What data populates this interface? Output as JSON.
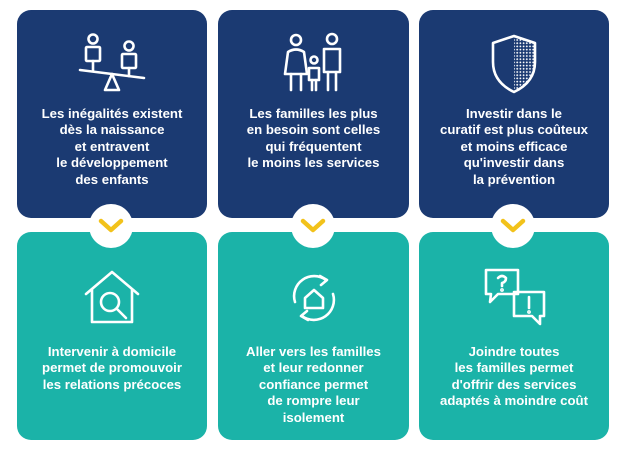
{
  "top_cards": [
    {
      "icon": "balance-seesaw-icon",
      "text": "Les inégalités existent\ndès la naissance\net entravent\nle développement\ndes enfants"
    },
    {
      "icon": "family-icon",
      "text": "Les familles les plus\nen besoin sont celles\nqui fréquentent\nle moins les services"
    },
    {
      "icon": "shield-icon",
      "text": "Investir dans le\ncuratif est plus coûteux\net moins efficace\nqu'investir dans\nla prévention"
    }
  ],
  "bottom_cards": [
    {
      "icon": "house-search-icon",
      "text": "Intervenir à domicile\npermet de promouvoir\nles relations précoces"
    },
    {
      "icon": "house-cycle-icon",
      "text": "Aller vers les familles\net leur redonner\nconfiance permet\nde rompre leur\nisolement"
    },
    {
      "icon": "speech-bubbles-icon",
      "text": "Joindre toutes\nles familles permet\nd'offrir des services\nadaptés à moindre coût"
    }
  ],
  "colors": {
    "navy": "#1b3a72",
    "teal": "#1bb3a8",
    "accent": "#f2c21b"
  }
}
